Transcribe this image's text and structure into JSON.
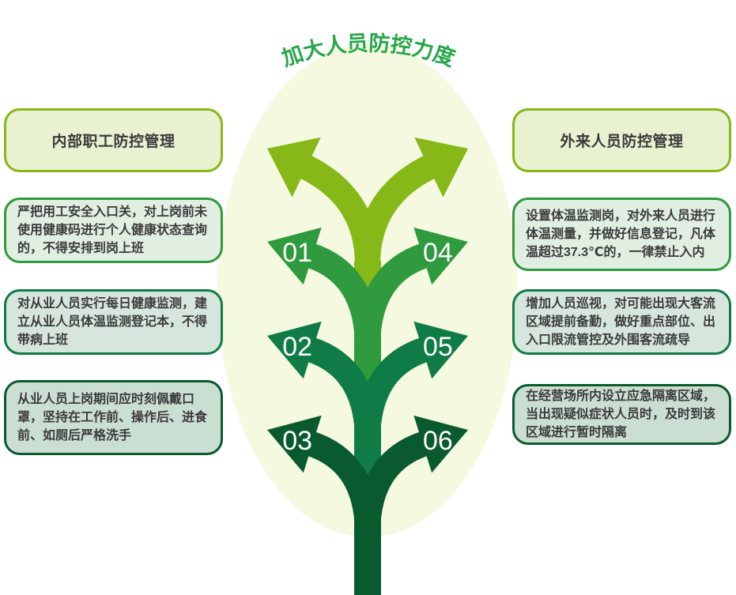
{
  "title": "加大人员防控力度",
  "left": {
    "header": "内部职工防控管理",
    "items": [
      {
        "number": "01",
        "text": "严把用工安全入口关，对上岗前未使用健康码进行个人健康状态查询的，不得安排到岗上班"
      },
      {
        "number": "02",
        "text": "对从业人员实行每日健康监测，建立从业人员体温监测登记本，不得带病上班"
      },
      {
        "number": "03",
        "text": "从业人员上岗期间应时刻佩戴口罩，坚持在工作前、操作后、进食前、如厕后严格洗手"
      }
    ]
  },
  "right": {
    "header": "外来人员防控管理",
    "items": [
      {
        "number": "04",
        "text": "设置体温监测岗，对外来人员进行体温测量，并做好信息登记，凡体温超过37.3℃的，一律禁止入内"
      },
      {
        "number": "05",
        "text": "增加人员巡视，对可能出现大客流区域提前备勤，做好重点部位、出入口限流管控及外围客流疏导"
      },
      {
        "number": "06",
        "text": "在经营场所内设立应急隔离区域，当出现疑似症状人员时，及时到该区域进行暂时隔离"
      }
    ]
  },
  "colors": {
    "title": "#27a74a",
    "background_ellipse": "#f4f9df",
    "branch_top": "#86b817",
    "branch_1": "#2f9a3e",
    "branch_2": "#0f7b46",
    "branch_3": "#0a5a30",
    "header_fill": "#e8f1d0",
    "box_fill_1": "#e1eee2",
    "box_fill_2": "#d6e6dc",
    "box_fill_3": "#cbded2",
    "text": "#3b3b3b"
  }
}
